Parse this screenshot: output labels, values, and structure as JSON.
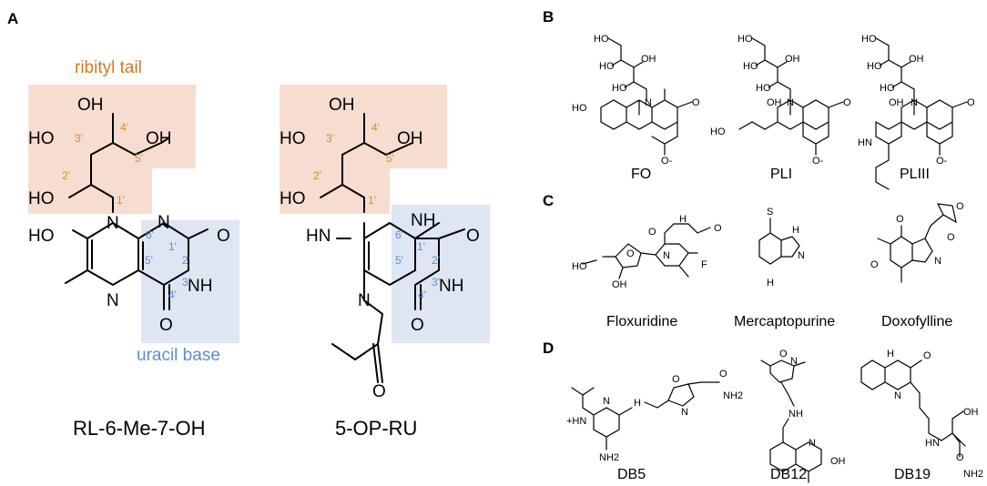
{
  "panels": {
    "a": "A",
    "b": "B",
    "c": "C",
    "d": "D"
  },
  "panel_a": {
    "region_labels": {
      "tail": "ribityl tail",
      "base": "uracil base"
    },
    "tail_color": "#f7ddd0",
    "base_color": "#dde6f2",
    "mol1_caption": "RL-6-Me-7-OH",
    "mol2_caption": "5-OP-RU",
    "atoms": {
      "OH": "OH",
      "HO": "HO",
      "N": "N",
      "NH": "NH",
      "HN": "HN",
      "O": "O"
    },
    "numbers": {
      "n1": "1'",
      "n2": "2'",
      "n3": "3'",
      "n4": "4'",
      "n5": "5'",
      "n6": "6'"
    }
  },
  "panel_b": {
    "captions": [
      "FO",
      "PLI",
      "PLIII"
    ]
  },
  "panel_c": {
    "captions": [
      "Floxuridine",
      "Mercaptopurine",
      "Doxofylline"
    ]
  },
  "panel_d": {
    "captions": [
      "DB5",
      "DB12",
      "DB19"
    ]
  },
  "small_atoms": {
    "HO": "HO",
    "OH": "OH",
    "N": "N",
    "O": "O",
    "Ominus": "O-",
    "NH": "NH",
    "HN": "HN",
    "H": "H",
    "S": "S",
    "F": "F",
    "NH2": "NH2",
    "HNplus": "+HN"
  }
}
